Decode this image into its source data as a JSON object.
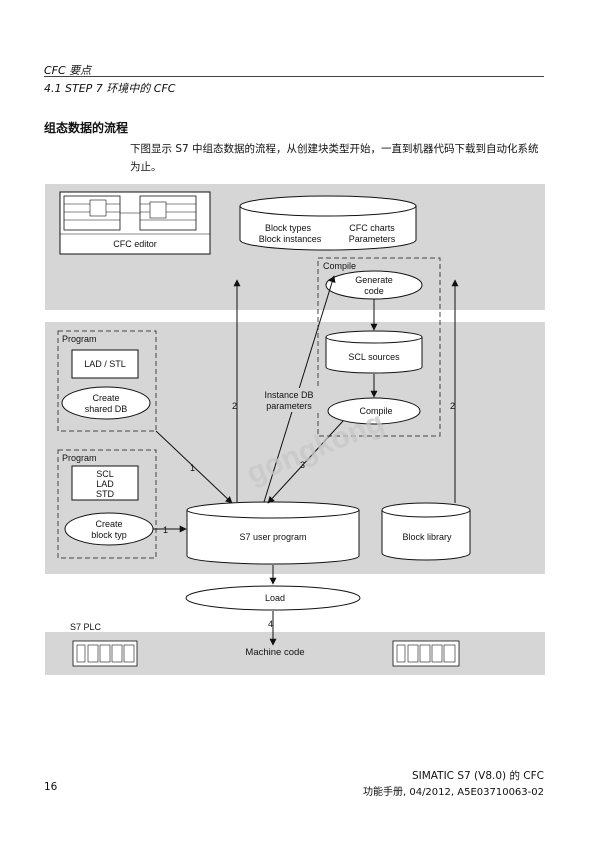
{
  "header": {
    "chapter": "CFC 要点",
    "section": "4.1 STEP 7 环境中的 CFC"
  },
  "content": {
    "title": "组态数据的流程",
    "intro": "下图显示 S7 中组态数据的流程，从创建块类型开始，一直到机器代码下载到自动化系统为止。"
  },
  "diagram": {
    "cfc_editor": "CFC editor",
    "db": {
      "left_line1": "Block types",
      "left_line2": "Block instances",
      "right_line1": "CFC charts",
      "right_line2": "Parameters"
    },
    "compile_group": "Compile",
    "generate_code_line1": "Generate",
    "generate_code_line2": "code",
    "scl_sources": "SCL sources",
    "compile": "Compile",
    "program1": {
      "label": "Program",
      "box": "LAD / STL",
      "ellipse_line1": "Create",
      "ellipse_line2": "shared DB"
    },
    "program2": {
      "label": "Program",
      "box_line1": "SCL",
      "box_line2": "LAD",
      "box_line3": "STD",
      "ellipse_line1": "Create",
      "ellipse_line2": "block typ"
    },
    "instance_db_line1": "Instance DB",
    "instance_db_line2": "parameters",
    "s7_user_program": "S7 user program",
    "block_library": "Block library",
    "load": "Load",
    "s7_plc": "S7 PLC",
    "machine_code": "Machine code",
    "arrow_labels": [
      "1",
      "1",
      "2",
      "2",
      "3",
      "4"
    ],
    "watermark": "gongkong"
  },
  "footer": {
    "page_number": "16",
    "product": "SIMATIC S7 (V8.0) 的 CFC",
    "manual": "功能手册, 04/2012, A5E03710063-02"
  }
}
